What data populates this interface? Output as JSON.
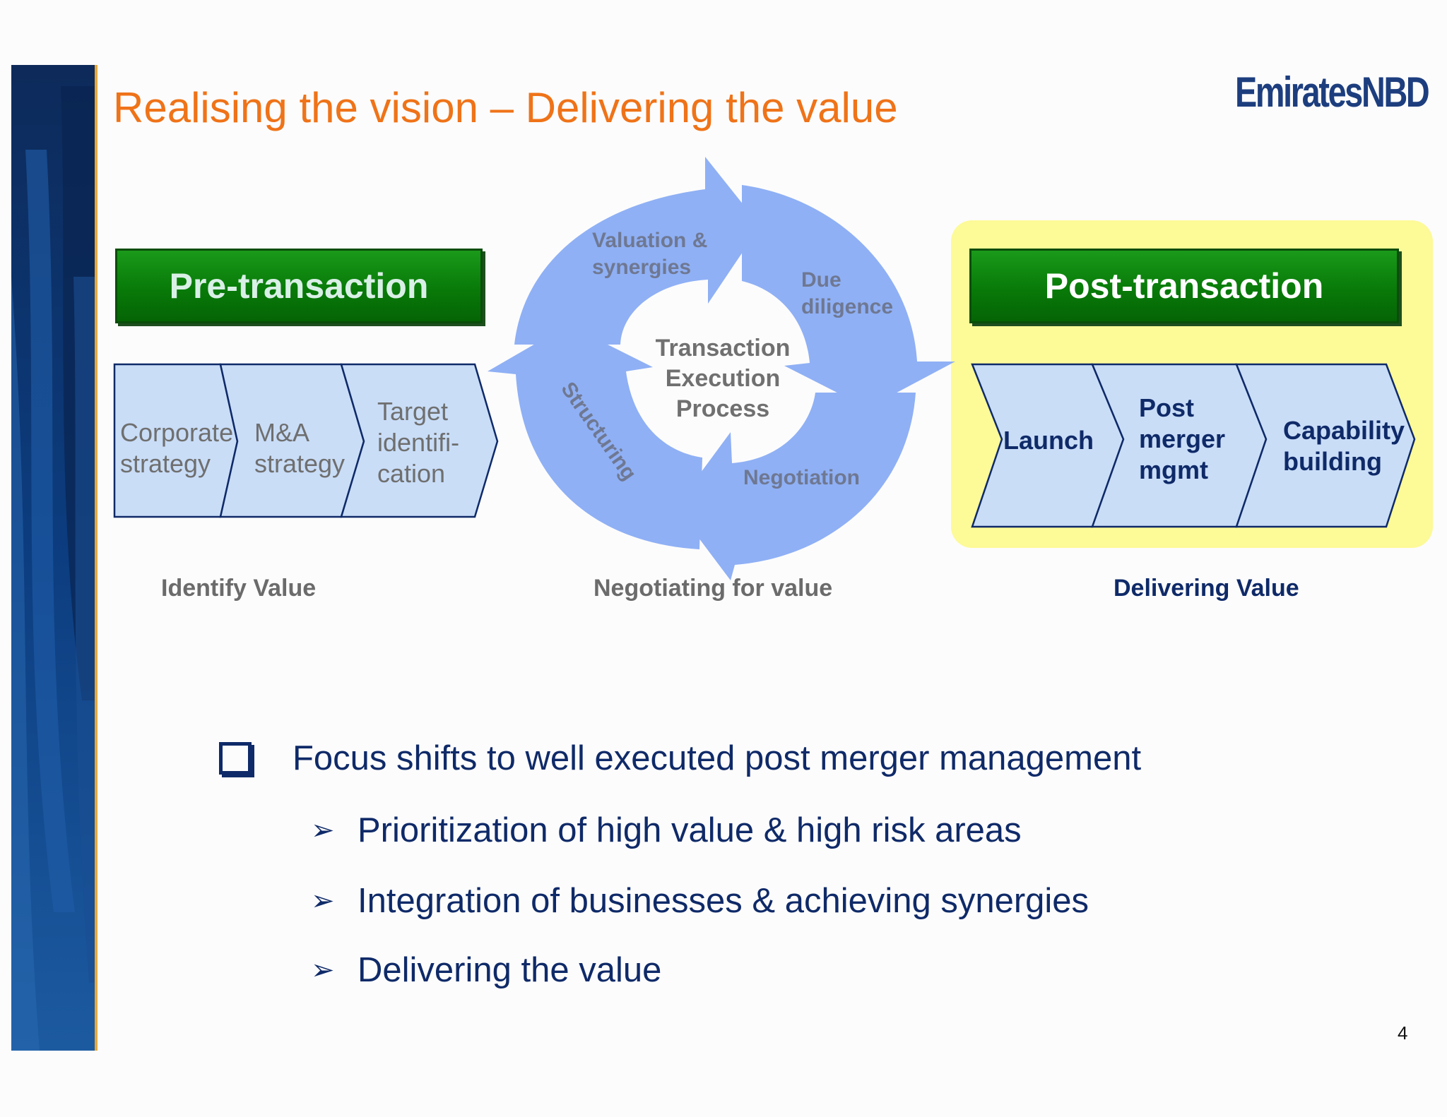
{
  "slide": {
    "title": "Realising the vision – Delivering the value",
    "logo": "EmiratesNBD",
    "page_number": "4"
  },
  "pre": {
    "header": "Pre-transaction",
    "steps": [
      {
        "line1": "Corporate",
        "line2": "strategy"
      },
      {
        "line1": "M&A",
        "line2": "strategy"
      },
      {
        "line1": "Target",
        "line2": "identifi-",
        "line3": "cation"
      }
    ],
    "caption": "Identify Value"
  },
  "cycle": {
    "center": [
      "Transaction",
      "Execution",
      "Process"
    ],
    "valuation": [
      "Valuation &",
      "synergies"
    ],
    "due": [
      "Due",
      "diligence"
    ],
    "negotiation": "Negotiation",
    "structuring": "Structuring",
    "caption": "Negotiating for value"
  },
  "post": {
    "header": "Post-transaction",
    "launch": "Launch",
    "pmm": [
      "Post",
      "merger",
      "mgmt"
    ],
    "capability": [
      "Capability",
      "building"
    ],
    "caption": "Delivering Value"
  },
  "bullets": {
    "main": "Focus shifts to well executed post merger management",
    "subs": [
      "Prioritization of high value & high risk areas",
      "Integration of businesses & achieving synergies",
      "Delivering the value"
    ]
  },
  "colors": {
    "title": "#ef7318",
    "green": "#087a08",
    "chevron_fill": "#c9ddf7",
    "cycle_arrow": "#8fb0f5",
    "highlight": "#fdfa98",
    "navy": "#0f2a68"
  }
}
